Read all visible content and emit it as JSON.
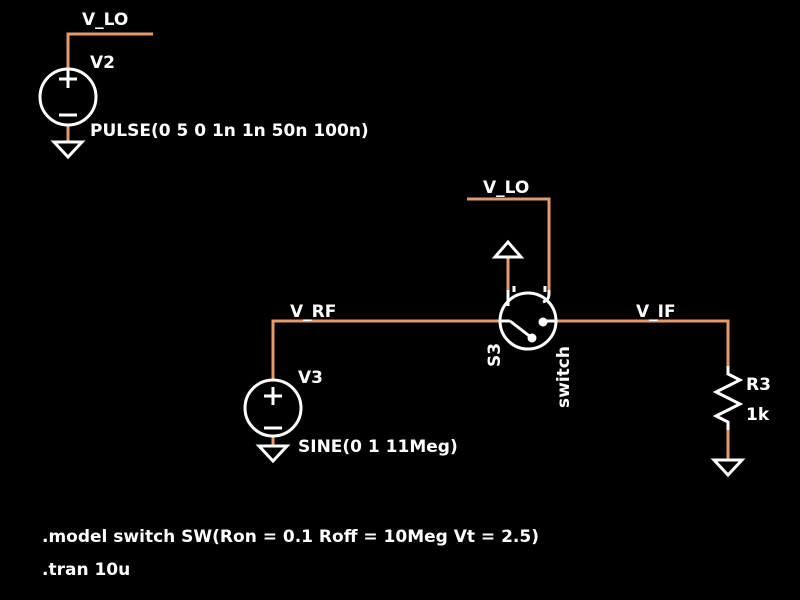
{
  "colors": {
    "wire": "#e59a6b",
    "symbol": "#ffffff",
    "background": "#000000"
  },
  "v2": {
    "net": "V_LO",
    "name": "V2",
    "value": "PULSE(0 5 0 1n 1n 50n 100n)"
  },
  "s3": {
    "net_ctrl": "V_LO",
    "name": "S3",
    "model": "switch"
  },
  "v3": {
    "net": "V_RF",
    "name": "V3",
    "value": "SINE(0 1 11Meg)"
  },
  "r3": {
    "net": "V_IF",
    "name": "R3",
    "value": "1k"
  },
  "directives": [
    ".model switch SW(Ron = 0.1 Roff = 10Meg Vt = 2.5)",
    ".tran 10u"
  ]
}
